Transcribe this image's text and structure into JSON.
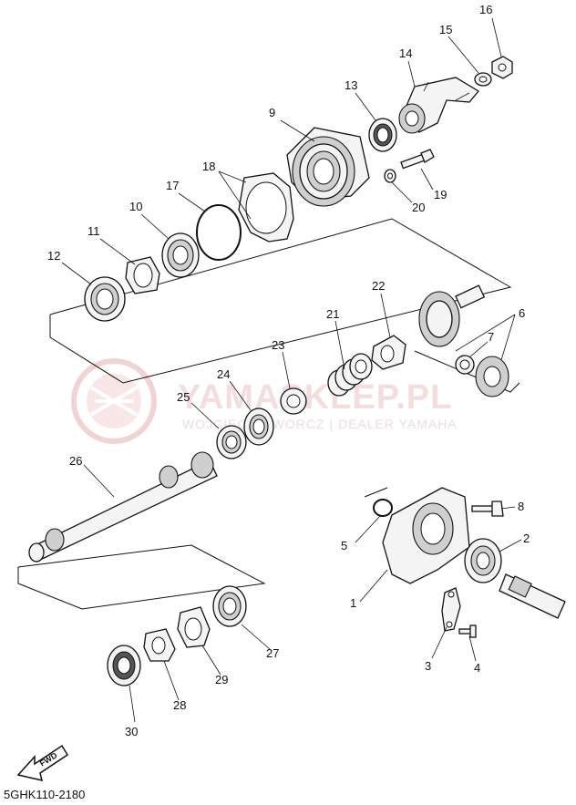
{
  "watermark": {
    "brand": "YAMASKLEP.PL",
    "subtitle": "WOJCIECH DWORCZ | DEALER YAMAHA"
  },
  "diagram_code": "5GHK110-2180",
  "fwd_label": "FWD",
  "callouts": [
    "1",
    "2",
    "3",
    "4",
    "5",
    "6",
    "7",
    "8",
    "9",
    "10",
    "11",
    "12",
    "13",
    "14",
    "15",
    "16",
    "17",
    "18",
    "19",
    "20",
    "21",
    "22",
    "23",
    "24",
    "25",
    "26",
    "27",
    "28",
    "29",
    "30"
  ]
}
